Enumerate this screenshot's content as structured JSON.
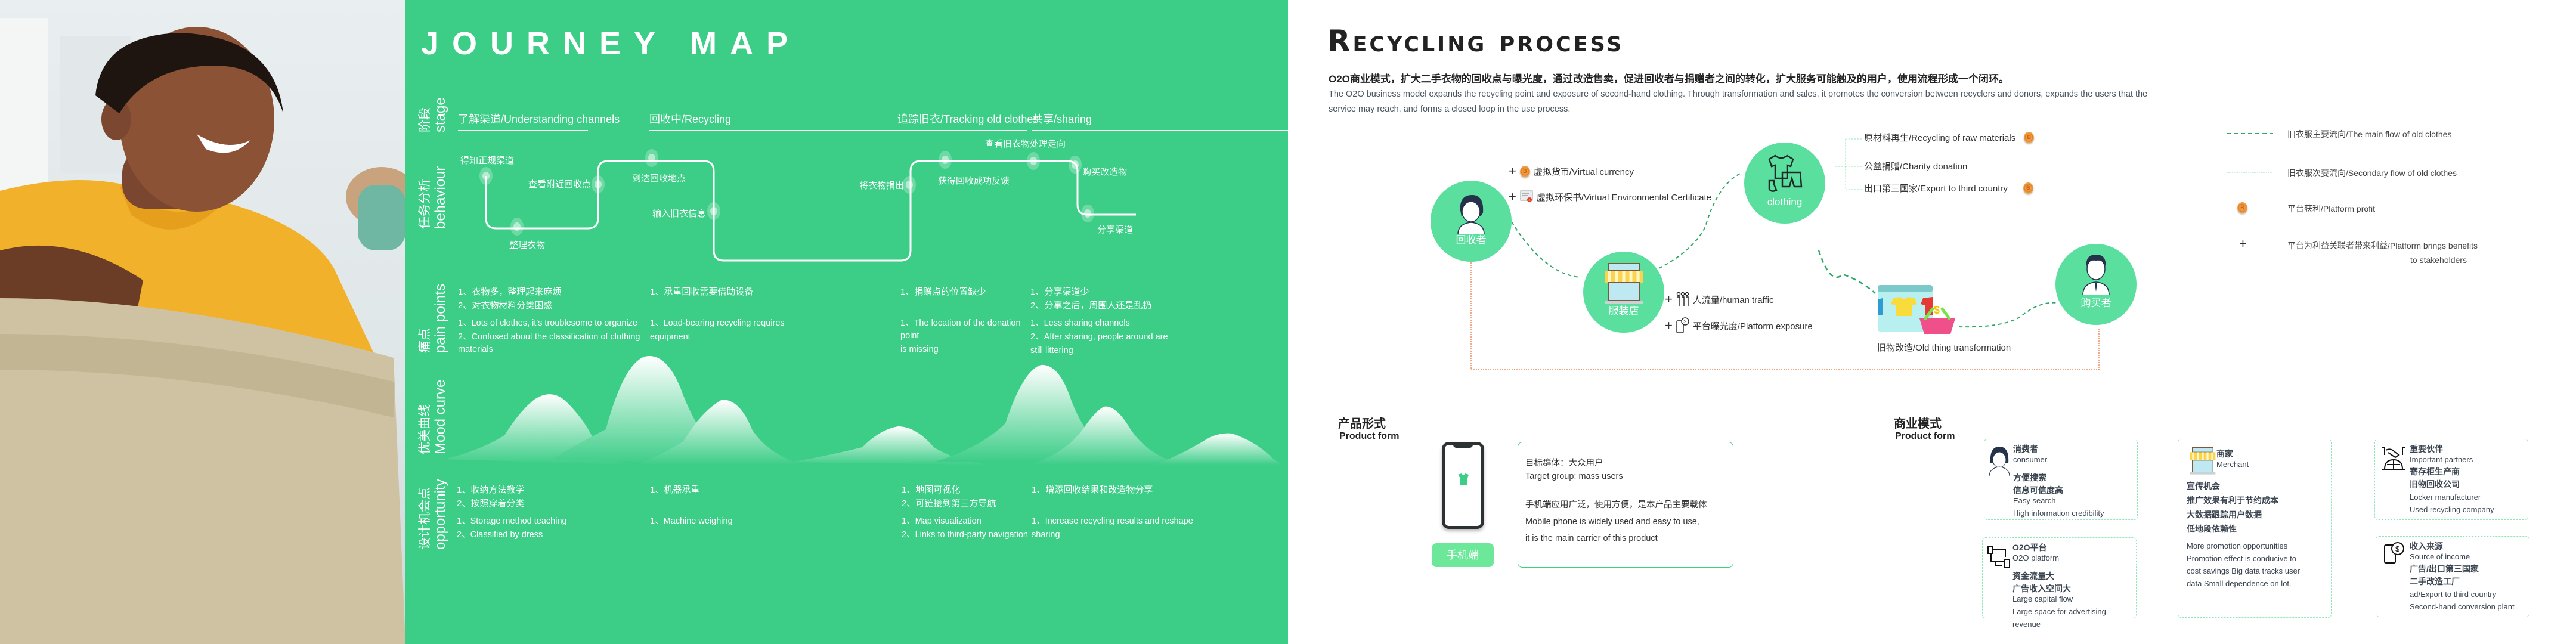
{
  "journey": {
    "title": "JOURNEY MAP",
    "rows": {
      "stage": {
        "cn": "阶段",
        "en": "stage"
      },
      "behaviour": {
        "cn": "任务分析",
        "en": "behaviour"
      },
      "pain": {
        "cn": "痛点",
        "en": "pain points"
      },
      "mood": {
        "cn": "优美曲线",
        "en": "Mood curve"
      },
      "opportunity": {
        "cn": "设计机会点",
        "en": "opportunity"
      }
    },
    "stages": [
      "了解渠道/Understanding channels",
      "回收中/Recycling",
      "追踪旧衣/Tracking old clothes",
      "共享/sharing"
    ],
    "behaviours": [
      "得知正规渠道",
      "整理衣物",
      "查看附近回收点",
      "到达回收地点",
      "输入旧衣信息",
      "将衣物捐出",
      "获得回收成功反馈",
      "查看旧衣物处理走向",
      "购买改造物",
      "分享渠道"
    ],
    "pain_points": [
      {
        "cn": [
          "1、衣物多，整理起来麻烦",
          "2、对衣物材料分类困惑"
        ],
        "en": [
          "1、Lots of clothes, it's troublesome to organize",
          "2、Confused about the classification of clothing materials"
        ]
      },
      {
        "cn": [
          "1、承重回收需要借助设备"
        ],
        "en": [
          "1、Load-bearing recycling requires",
          "equipment"
        ]
      },
      {
        "cn": [
          "1、捐赠点的位置缺少"
        ],
        "en": [
          "1、The location of the donation point",
          "is missing"
        ]
      },
      {
        "cn": [
          "1、分享渠道少",
          "2、分享之后，周围人还是乱扔"
        ],
        "en": [
          "1、Less sharing channels",
          "2、After sharing, people around are",
          "still littering"
        ]
      }
    ],
    "opportunities": [
      {
        "cn": [
          "1、收纳方法教学",
          "2、按照穿着分类"
        ],
        "en": [
          "1、Storage method teaching",
          "2、Classified by dress"
        ]
      },
      {
        "cn": [
          "1、机器承重"
        ],
        "en": [
          "1、Machine weighing"
        ]
      },
      {
        "cn": [
          "1、地图可视化",
          "2、可链接到第三方导航"
        ],
        "en": [
          "1、Map visualization",
          "2、Links to third-party navigation"
        ]
      },
      {
        "cn": [
          "1、增添回收结果和改造物分享"
        ],
        "en": [
          "1、Increase recycling results and reshape",
          "sharing"
        ]
      }
    ],
    "colors": {
      "background": "#3ccd87",
      "text": "#ffffff"
    }
  },
  "recycling": {
    "title": "Recycling process",
    "intro_cn": "O2O商业模式，扩大二手衣物的回收点与曝光度，通过改造售卖，促进回收者与捐赠者之间的转化，扩大服务可能触及的用户，使用流程形成一个闭环。",
    "intro_en": "The O2O business model expands the recycling point and exposure of second-hand clothing. Through transformation and sales, it promotes the conversion between recyclers and donors, expands the users that the service may reach, and forms a closed loop in the use process.",
    "nodes": {
      "recycler": "回收者",
      "store": "服装店",
      "clothing": "clothing",
      "buyer": "购买者"
    },
    "recycler_benefits": [
      "虚拟货币/Virtual currency",
      "虚拟环保书/Virtual Environmental Certificate"
    ],
    "store_benefits": [
      "人流量/human traffic",
      "平台曝光度/Platform exposure"
    ],
    "outlets": [
      {
        "label": "原材料再生/Recycling of raw materials",
        "profit": true
      },
      {
        "label": "公益捐赠/Charity donation",
        "profit": false
      },
      {
        "label": "出口第三国家/Export to third country",
        "profit": true
      }
    ],
    "transformation": "旧物改造/Old thing transformation",
    "legend": {
      "main_flow": "旧衣服主要流向/The main flow of old clothes",
      "secondary_flow": "旧衣服次要流向/Secondary flow of old clothes",
      "profit": "平台获利/Platform profit",
      "benefit_line1": "平台为利益关联者带来利益/Platform brings benefits",
      "benefit_line2": "to stakeholders"
    },
    "colors": {
      "node": "#5adf9f",
      "main_flow": "#2ea865",
      "secondary_flow": "#8fe6b8",
      "loop": "#f08a5d",
      "coin": "#f29a3b"
    }
  },
  "product_form": {
    "title_cn": "产品形式",
    "title_en": "Product form",
    "button": "手机端",
    "lines": [
      "目标群体：大众用户",
      "Target group: mass users",
      "手机端应用广泛，使用方便，是本产品主要载体",
      "Mobile phone is widely used and easy to use,",
      "it is the main carrier of this product"
    ]
  },
  "business_model": {
    "title_cn": "商业模式",
    "title_en": "Product form",
    "cards": {
      "consumer": {
        "cn": "消费者",
        "en": "consumer",
        "lines": [
          "方便搜索",
          "信息可信度高",
          "Easy search",
          "High information credibility"
        ]
      },
      "o2o": {
        "cn": "O2O平台",
        "en": "O2O platform",
        "lines": [
          "资金流量大",
          "广告收入空间大",
          "Large capital flow",
          "Large space for advertising revenue"
        ]
      },
      "merchant": {
        "cn": "商家",
        "en": "Merchant",
        "lines": [
          "宣传机会",
          "推广效果有利于节约成本",
          "大数据跟踪用户数据",
          "低地段依赖性",
          "More promotion opportunities",
          "Promotion effect is conducive to",
          "cost savings Big data tracks user",
          "data Small dependence on lot."
        ]
      },
      "partners": {
        "cn": "重要伙伴",
        "en": "Important partners",
        "lines": [
          "寄存柜生产商",
          "旧物回收公司",
          "Locker manufacturer",
          "Used recycling  company"
        ]
      },
      "income": {
        "cn": "收入来源",
        "en": "Source of income",
        "lines": [
          "广告/出口第三国家",
          "二手改造工厂",
          "ad/Export to third country",
          "Second-hand conversion plant"
        ]
      }
    }
  }
}
